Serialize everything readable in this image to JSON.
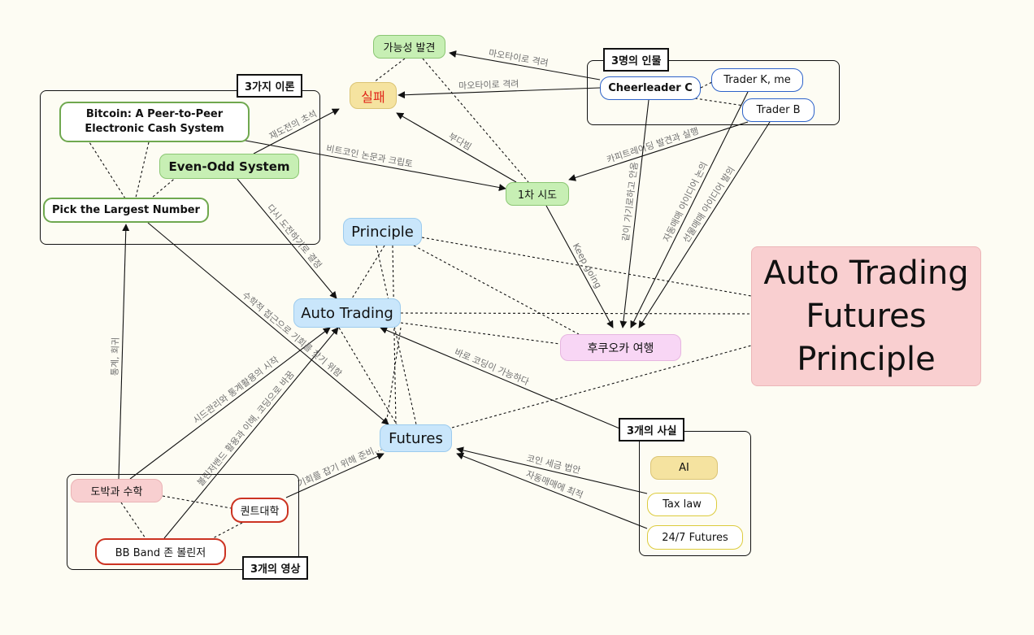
{
  "groups": {
    "theories_title": "3가지 이론",
    "people_title": "3명의 인물",
    "videos_title": "3개의 영상",
    "facts_title": "3개의 사실"
  },
  "nodes": {
    "possibility": "가능성 발견",
    "failure": "실패",
    "first_try": "1차 시도",
    "bitcoin_line1": "Bitcoin: A Peer-to-Peer",
    "bitcoin_line2": "Electronic Cash System",
    "even_odd": "Even-Odd System",
    "largest": "Pick the Largest Number",
    "cheerleader": "Cheerleader C",
    "trader_k": "Trader K, me",
    "trader_b": "Trader B",
    "principle": "Principle",
    "auto_trading": "Auto Trading",
    "fukuoka": "후쿠오카 여행",
    "futures": "Futures",
    "gambling": "도박과 수학",
    "quant": "퀀트대학",
    "bb_band": "BB Band 존 볼린저",
    "ai": "AI",
    "tax_law": "Tax law",
    "futures_247": "24/7 Futures",
    "big_line1": "Auto Trading",
    "big_line2": "Futures",
    "big_line3": "Principle"
  },
  "edge_labels": {
    "cheer_possibility": "마오타이로 격려",
    "cheer_failure": "마오타이로 격려",
    "evenodd_failure": "재도전의 초석",
    "bitcoin_first": "비트코인 논문과 크립토",
    "first_failure": "부다빔",
    "traderb_first": "카피트레이딩 발견과 실행",
    "first_fukuoka": "Keep going",
    "cheer_fukuoka": "같이 가기로하고 안옴",
    "traderk_fukuoka": "자동매매 아이디어 논의",
    "traderb_fukuoka": "선물매매 아이디어 발의",
    "evenodd_auto": "다시 도전하기로 결정",
    "largest_futures": "수학적 접근으로 기회를 찾기 위함",
    "gambling_largest": "통계, 회귀",
    "gambling_auto": "시드관리와 통계활용의 시작",
    "bb_auto": "볼린저밴드 활용과 이해, 코딩으로 바꿈",
    "quant_futures": "기회를 잡기 위해 준비...",
    "ai_auto": "바로 코딩이 가능하다",
    "tax_futures": "코인 세금 법안",
    "f247_futures": "자동매매에 최적"
  },
  "colors": {
    "background": "#fdfcf3",
    "failure_text": "#e0261a",
    "edge": "#111111",
    "edge_label": "#707070"
  }
}
